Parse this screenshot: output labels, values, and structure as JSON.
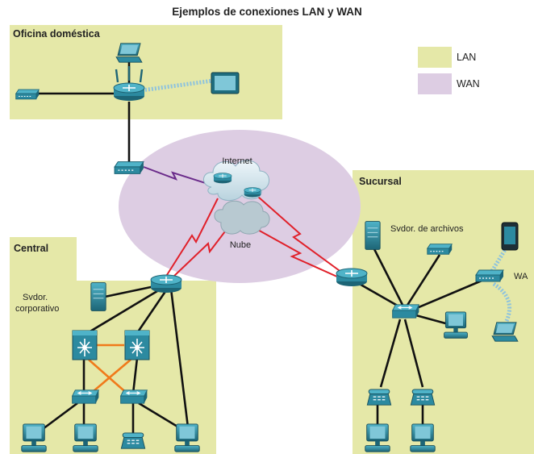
{
  "title": "Ejemplos de conexiones LAN y WAN",
  "legend": {
    "lan_label": "LAN",
    "wan_label": "WAN",
    "lan_color": "#e5e8a8",
    "wan_color": "#ddcde3"
  },
  "regions": {
    "home": "Oficina doméstica",
    "central": "Central",
    "branch": "Sucursal"
  },
  "labels": {
    "internet": "Internet",
    "cloud": "Nube",
    "corp_server_line1": "Svdor.",
    "corp_server_line2": "corporativo",
    "file_server": "Svdor. de archivos",
    "wap": "WA"
  },
  "colors": {
    "device": "#2c8aa0",
    "device_dark": "#1d6576",
    "link": "#111111",
    "wan_link": "#e0202a",
    "crosslink": "#f07a1a",
    "dsl_link": "#6a2a8a",
    "wireless": "#8ec3dd"
  }
}
